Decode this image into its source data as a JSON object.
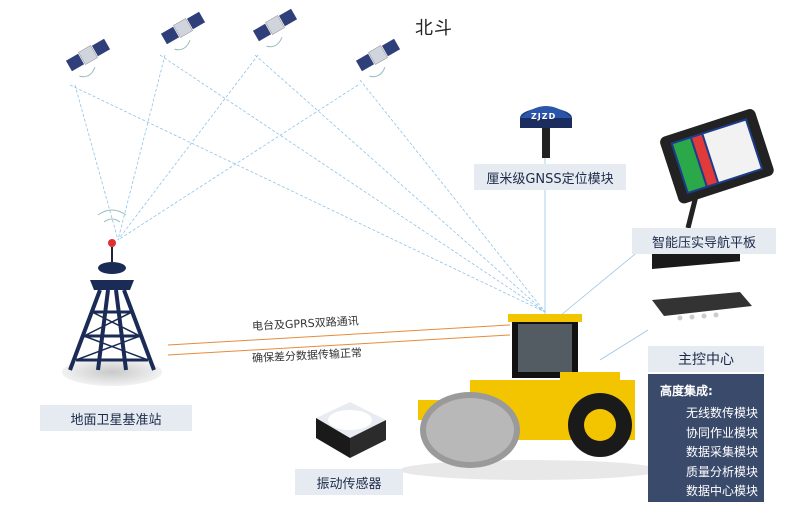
{
  "title": "北斗",
  "labels": {
    "gnss": "厘米级GNSS定位模块",
    "tablet": "智能压实导航平板",
    "ground_station": "地面卫星基准站",
    "vibration": "振动传感器",
    "main_control": "主控中心"
  },
  "link_text": {
    "line1": "电台及GPRS双路通讯",
    "line2": "确保差分数据传输正常"
  },
  "main_panel": {
    "heading": "高度集成:",
    "items": [
      "无线数传模块",
      "协同作业模块",
      "数据采集模块",
      "质量分析模块",
      "数据中心模块"
    ]
  },
  "gnss_brand": "ZJZD",
  "colors": {
    "label_bg": "#e6ebf2",
    "panel_bg": "#3a4a6b",
    "signal_line": "#8ec3e8",
    "comm_line": "#e88a3a",
    "roller_yellow": "#f2c500"
  }
}
